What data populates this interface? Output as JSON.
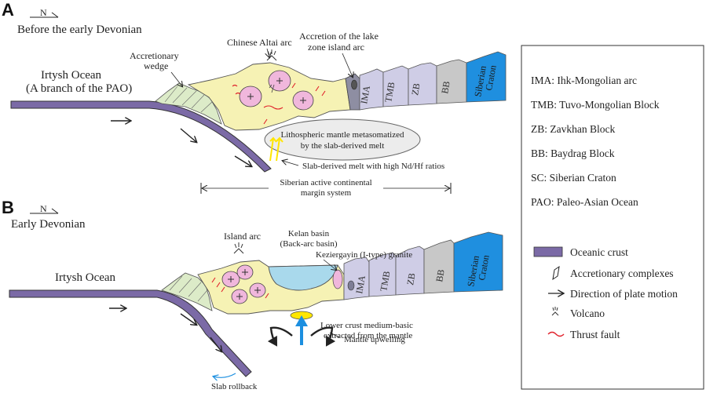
{
  "panel_a": {
    "letter": "A",
    "north": "N",
    "title": "Before the early Devonian",
    "ocean_label_1": "Irtysh Ocean",
    "ocean_label_2": "(A branch of the PAO)",
    "wedge_label_1": "Accretionary",
    "wedge_label_2": "wedge",
    "arc_label": "Chinese Altai arc",
    "accretion_label_1": "Accretion of the lake",
    "accretion_label_2": "zone island arc",
    "blocks": [
      "IMA",
      "TMB",
      "ZB",
      "BB"
    ],
    "craton_1": "Siberian",
    "craton_2": "Craton",
    "ellipse_label_1": "Lithospheric mantle metasomatized",
    "ellipse_label_2": "by the slab-derived melt",
    "melt_label": "Slab-derived melt with high Nd/Hf ratios",
    "margin_label_1": "Siberian active continental",
    "margin_label_2": "margin system"
  },
  "panel_b": {
    "letter": "B",
    "north": "N",
    "title": "Early Devonian",
    "ocean_label": "Irtysh Ocean",
    "arc_label": "Island arc",
    "basin_label_1": "Kelan basin",
    "basin_label_2": "(Back-arc basin)",
    "granite_label": "Keziergayin (I-type) granite",
    "blocks": [
      "IMA",
      "TMB",
      "ZB",
      "BB"
    ],
    "craton_1": "Siberian",
    "craton_2": "Craton",
    "crust_label_1": "Lower crust medium-basic",
    "crust_label_2": "extracted from the mantle",
    "upwelling_label": "Mantle upwelling",
    "rollback_label": "Slab rollback"
  },
  "legend": {
    "abbreviations": [
      "IMA: Ihk-Mongolian arc",
      "TMB: Tuvo-Mongolian Block",
      "ZB: Zavkhan Block",
      "BB: Baydrag Block",
      "SC: Siberian Craton",
      "PAO: Paleo-Asian Ocean"
    ],
    "symbols": [
      {
        "label": "Oceanic crust",
        "icon": "oceanic-crust-swatch"
      },
      {
        "label": "Accretionary complexes",
        "icon": "accretionary-complex-icon"
      },
      {
        "label": "Direction of plate motion",
        "icon": "arrow-icon"
      },
      {
        "label": "Volcano",
        "icon": "volcano-icon"
      },
      {
        "label": "Thrust fault",
        "icon": "thrust-fault-icon"
      }
    ]
  },
  "colors": {
    "oceanic_crust": "#7b6aa6",
    "wedge": "#dcebc8",
    "arc": "#f6f2b4",
    "pluton": "#f0b7dc",
    "blocks": "#cfcde6",
    "bb_block": "#c8c8c8",
    "craton": "#1f8fdf",
    "basin": "#a9d9ec",
    "melt_yellow": "#ffe600",
    "upwelling_blue": "#1c8fe0",
    "thrust_red": "#e0202a"
  }
}
